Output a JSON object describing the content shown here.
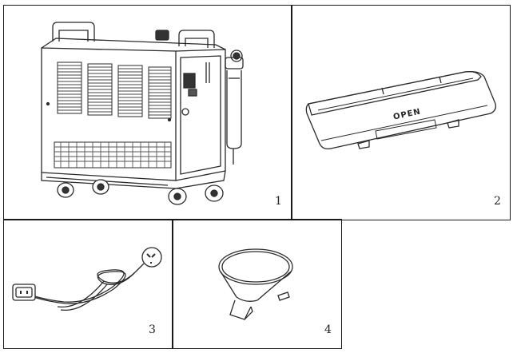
{
  "panels": [
    {
      "number": "1",
      "item": "machine-unit"
    },
    {
      "number": "2",
      "item": "accessory-case"
    },
    {
      "number": "3",
      "item": "power-cord"
    },
    {
      "number": "4",
      "item": "funnel"
    }
  ],
  "case_label": "OPEN",
  "colors": {
    "line": "#1a1a1a",
    "stroke": "#2a2a2a",
    "background": "#ffffff"
  }
}
